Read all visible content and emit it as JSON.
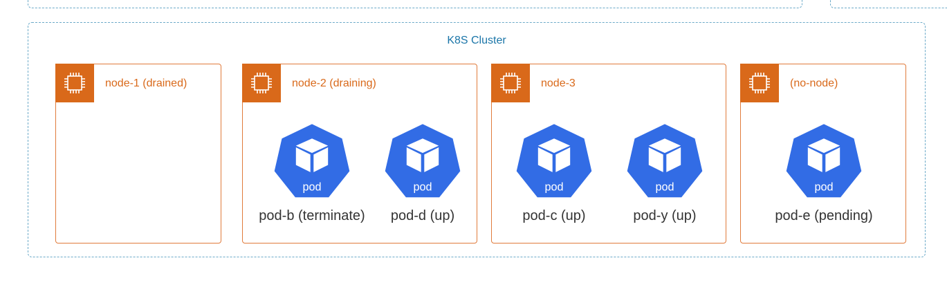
{
  "cluster": {
    "title": "K8S Cluster"
  },
  "nodes": [
    {
      "label": "node-1 (drained)",
      "pods": []
    },
    {
      "label": "node-2 (draining)",
      "pods": [
        {
          "badge": "pod",
          "name": "pod-b (terminate)"
        },
        {
          "badge": "pod",
          "name": "pod-d (up)"
        }
      ]
    },
    {
      "label": "node-3",
      "pods": [
        {
          "badge": "pod",
          "name": "pod-c (up)"
        },
        {
          "badge": "pod",
          "name": "pod-y (up)"
        }
      ]
    },
    {
      "label": "(no-node)",
      "pods": [
        {
          "badge": "pod",
          "name": "pod-e (pending)"
        }
      ]
    }
  ],
  "colors": {
    "node_accent": "#d9691a",
    "pod_blue": "#326ce5",
    "cluster_border": "#6aa9c8",
    "cluster_title": "#1a75a8"
  },
  "icons": {
    "node": "chip-icon",
    "pod": "kubernetes-pod-icon"
  }
}
